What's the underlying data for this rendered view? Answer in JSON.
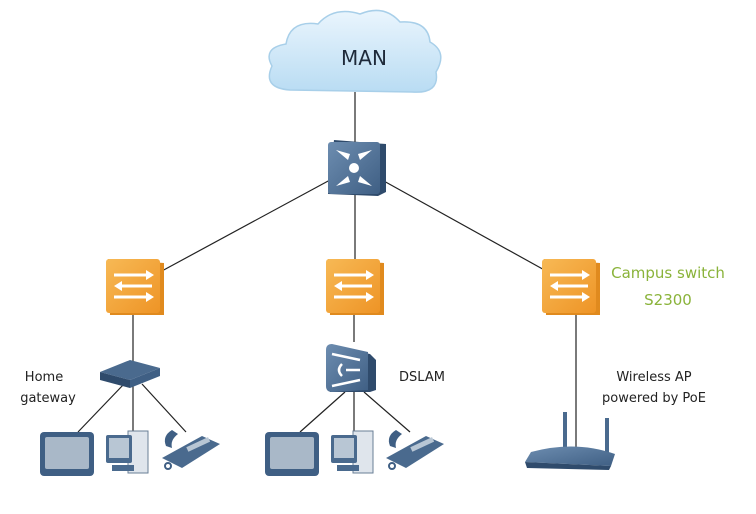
{
  "cloud": {
    "label": "MAN"
  },
  "labels": {
    "home_gateway": [
      "Home",
      "gateway"
    ],
    "dslam": "DSLAM",
    "campus_switch": [
      "Campus switch",
      "S2300"
    ],
    "wireless_ap": [
      "Wireless AP",
      "powered by PoE"
    ]
  },
  "colors": {
    "switch_orange": "#f2a23a",
    "device_blue": "#4a6a8e",
    "cloud_blue": "#cfe6f7",
    "accent_green": "#8ab33a"
  }
}
